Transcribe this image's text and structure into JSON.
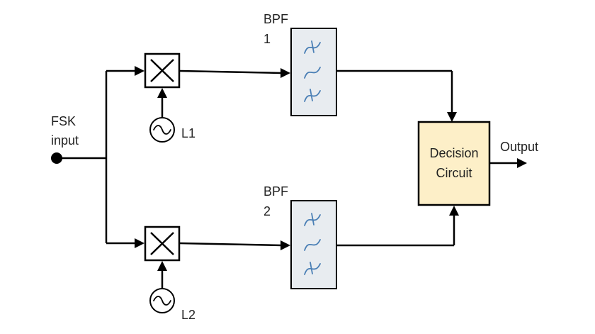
{
  "labels": {
    "input_line1": "FSK",
    "input_line2": "input",
    "bpf1_line1": "BPF",
    "bpf1_line2": "1",
    "bpf2_line1": "BPF",
    "bpf2_line2": "2",
    "osc1": "L1",
    "osc2": "L2",
    "decision_line1": "Decision",
    "decision_line2": "Circuit",
    "output": "Output"
  },
  "colors": {
    "bpf_fill": "#e8ecf0",
    "decision_fill": "#fdefc8",
    "wave": "#4a7fb5"
  }
}
